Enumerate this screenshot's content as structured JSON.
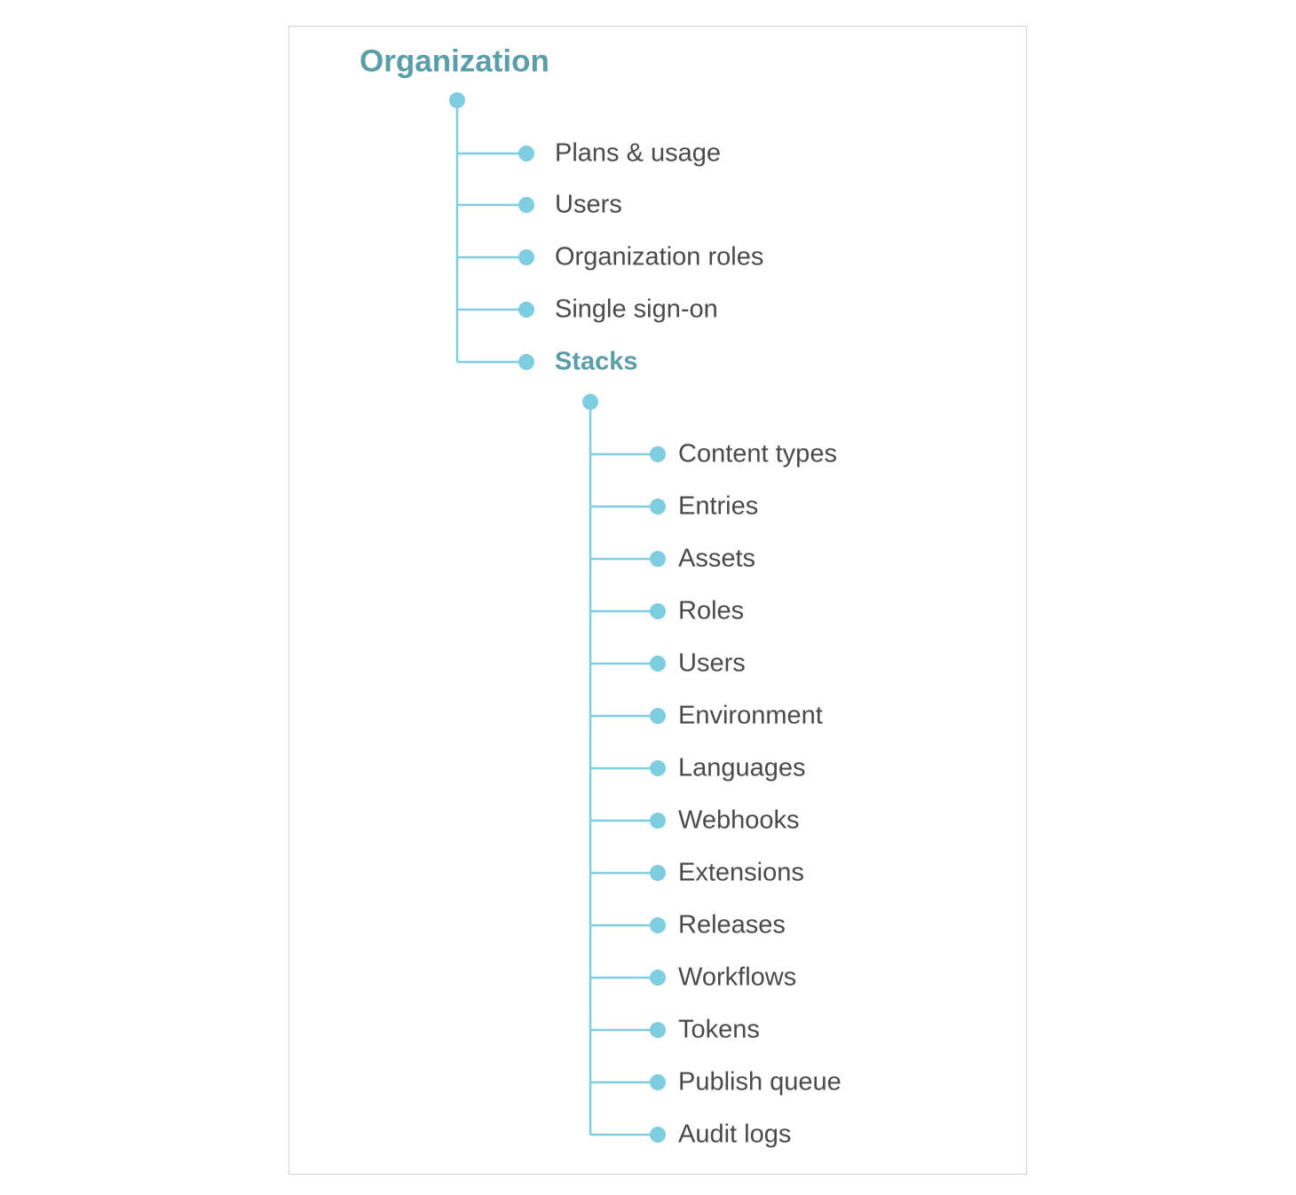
{
  "colors": {
    "accent_text": "#5a9ea8",
    "connector": "#7ecde0",
    "item_text": "#4a4a4a",
    "frame_border": "#d4d4d4"
  },
  "root": {
    "title": "Organization",
    "children": [
      "Plans & usage",
      "Users",
      "Organization roles",
      "Single sign-on",
      "Stacks"
    ],
    "highlighted_child": "Stacks"
  },
  "stacks": {
    "children": [
      "Content types",
      "Entries",
      "Assets",
      "Roles",
      "Users",
      "Environment",
      "Languages",
      "Webhooks",
      "Extensions",
      "Releases",
      "Workflows",
      "Tokens",
      "Publish queue",
      "Audit logs"
    ]
  }
}
